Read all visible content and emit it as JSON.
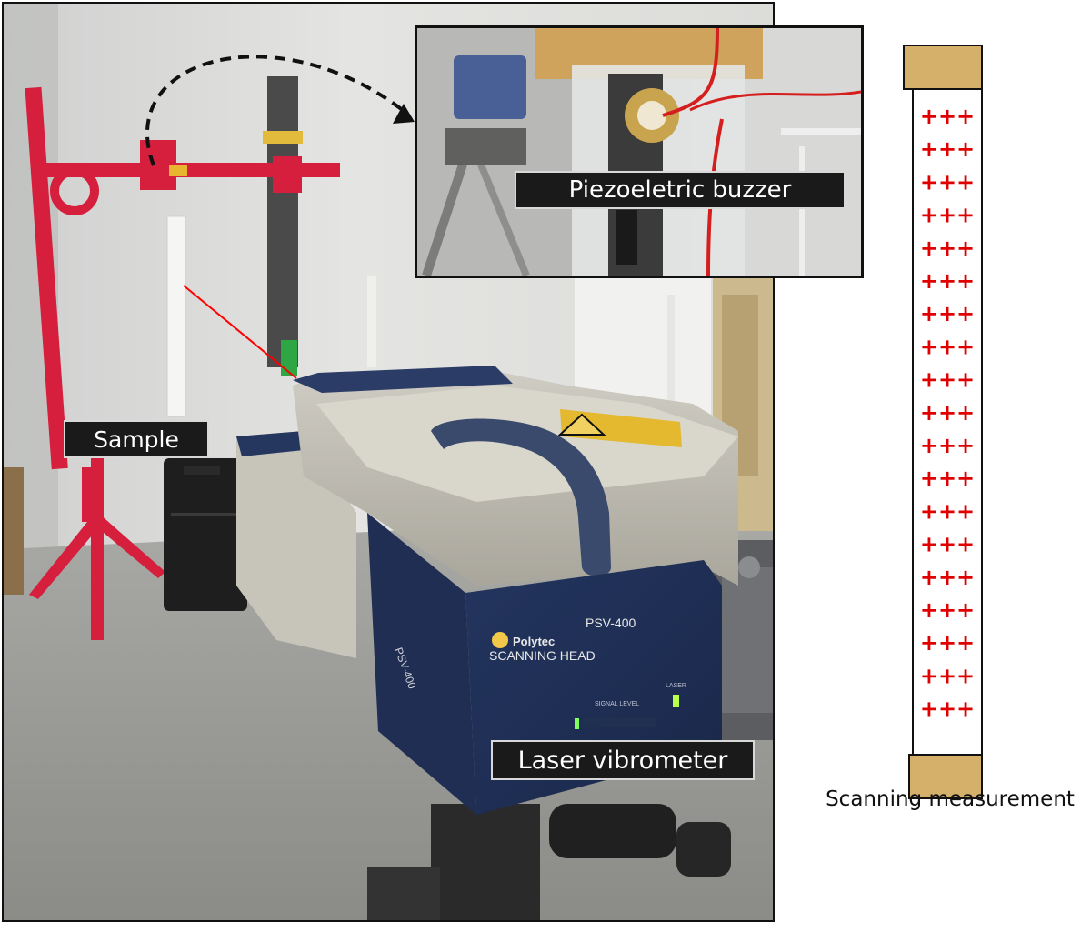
{
  "photo": {
    "labels": {
      "sample": "Sample",
      "buzzer": "Piezoeletric buzzer",
      "vibrometer": "Laser vibrometer"
    },
    "device": {
      "brand": "Polytec",
      "model": "PSV-400",
      "subtitle": "SCANNING HEAD",
      "signal_label": "SIGNAL LEVEL",
      "laser_label": "LASER"
    }
  },
  "diagram": {
    "caption": "Scanning measurement",
    "marker_glyph": "+++",
    "colors": {
      "clamp": "#d4b06a",
      "marker": "#e00000",
      "laser_line": "#ff0000",
      "sample_fixture": "#d51f3c"
    }
  }
}
